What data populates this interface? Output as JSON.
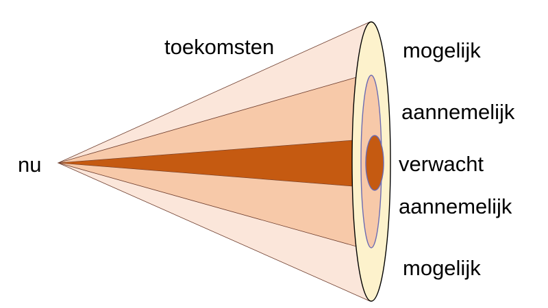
{
  "labels": {
    "now": "nu",
    "futures": "toekomsten",
    "possible_top": "mogelijk",
    "plausible_top": "aannemelijk",
    "expected": "verwacht",
    "plausible_bottom": "aannemelijk",
    "possible_bottom": "mogelijk"
  },
  "colors": {
    "possible": "#fbe6da",
    "plausible": "#f7c9a9",
    "expected": "#c55a11",
    "rim": "#fdf2cc",
    "outline": "#000000",
    "inner_outline": "#6b6bb3"
  }
}
